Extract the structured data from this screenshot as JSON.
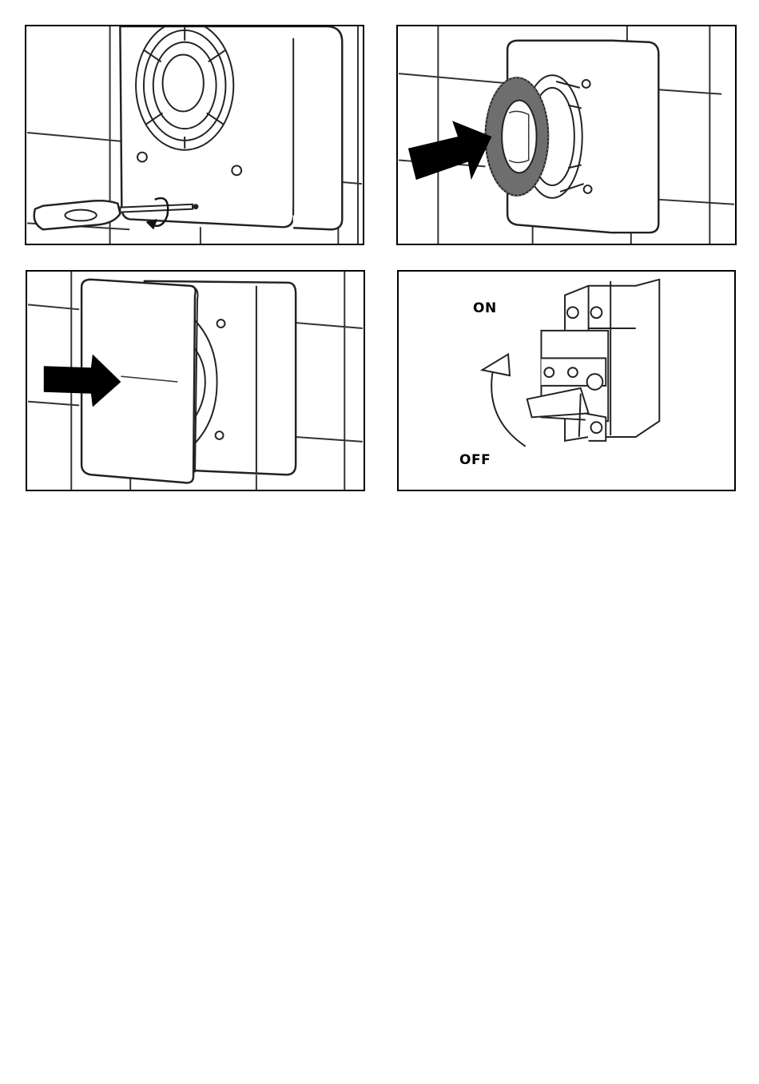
{
  "figures": [
    {
      "name": "step-1-remove-screw",
      "icons": [
        "screwdriver-icon",
        "rotate-arrow-icon"
      ]
    },
    {
      "name": "step-2-insert-filter",
      "icons": [
        "push-arrow-icon",
        "foam-filter-icon"
      ]
    },
    {
      "name": "step-3-attach-cover",
      "icons": [
        "push-arrow-icon"
      ]
    },
    {
      "name": "step-4-switch-breaker",
      "icons": [
        "circuit-breaker-icon",
        "curved-arrow-icon"
      ]
    }
  ],
  "breaker": {
    "on_label": "ON",
    "off_label": "OFF"
  }
}
